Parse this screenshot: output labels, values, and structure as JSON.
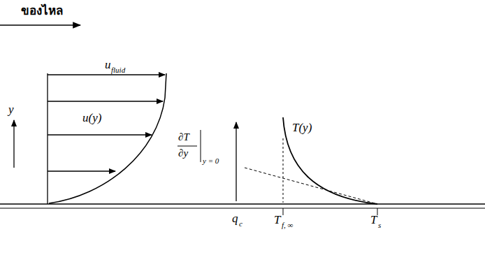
{
  "diagram": {
    "labels": [
      "ของไหล",
      "u",
      "fluid",
      "y",
      "u(y)",
      "T(y)",
      "∂T",
      "∂y",
      "y = 0",
      "q",
      "c",
      "T",
      "f, ∞",
      "T",
      "s"
    ]
  }
}
